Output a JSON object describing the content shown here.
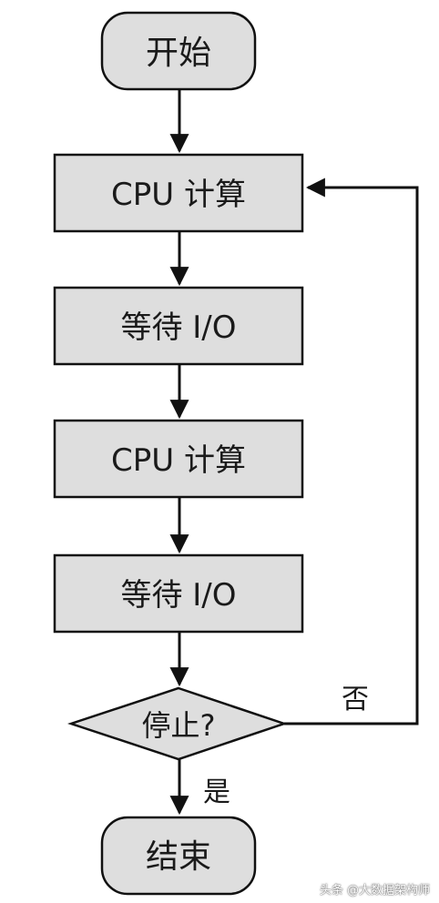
{
  "flowchart": {
    "start": "开始",
    "step1": "CPU 计算",
    "step2": "等待 I/O",
    "step3": "CPU 计算",
    "step4": "等待 I/O",
    "decision": "停止?",
    "no_label": "否",
    "yes_label": "是",
    "end": "结束"
  },
  "watermark": "头条 @大数据架构师",
  "colors": {
    "box_fill": "#dedede",
    "stroke": "#111111",
    "background": "#ffffff"
  }
}
